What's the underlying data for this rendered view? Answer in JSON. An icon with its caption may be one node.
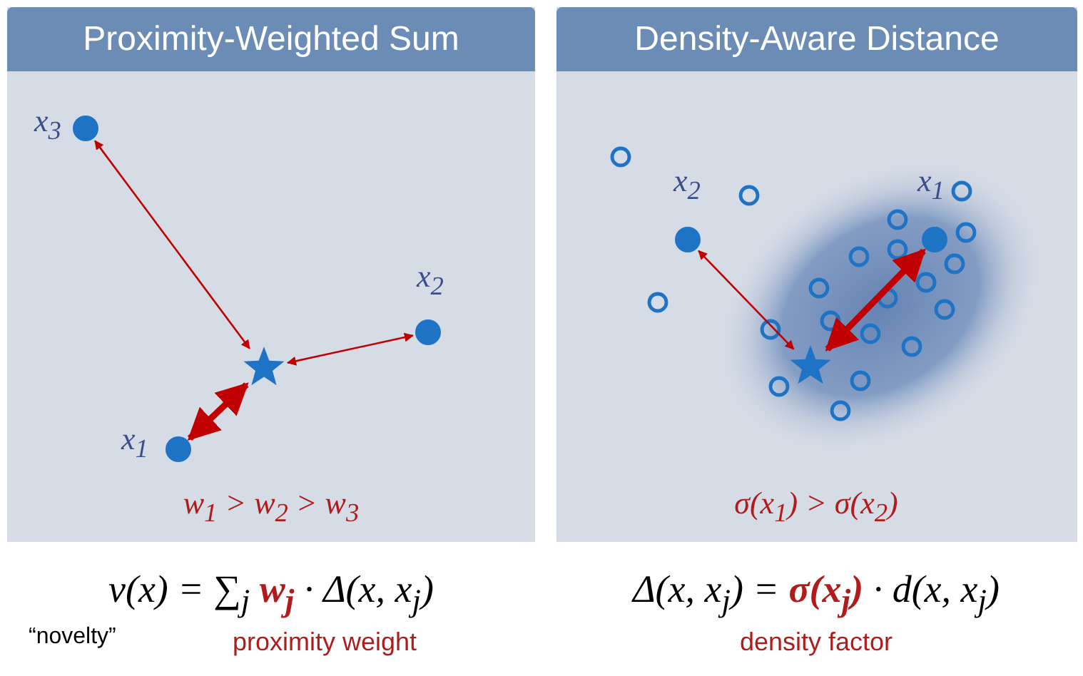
{
  "diagram": {
    "nodes": [
      {
        "text": [
          "Proximity-Weighted Sum"
        ]
      },
      {
        "text": [],
        "shape": "circle",
        "in": 0,
        "beside": [
          "x$_{3}$"
        ]
      },
      {
        "text": [],
        "shape": "circle",
        "in": 0,
        "beside": [
          "x$_{2}$"
        ]
      },
      {
        "text": [],
        "shape": "star",
        "in": 0
      },
      {
        "text": [],
        "shape": "circle",
        "in": 0,
        "beside": [
          "x$_{1}$"
        ]
      },
      {
        "text": [
          "Density-Aware Distance"
        ]
      },
      {
        "text": [],
        "shape": "circle",
        "in": 5,
        "beside": [
          "x$_{2}$"
        ]
      },
      {
        "text": [],
        "shape": "circle",
        "in": 5,
        "beside": [
          "x$_{1}$"
        ]
      },
      {
        "text": [],
        "shape": "star",
        "in": 5
      }
    ],
    "edges": [
      {
        "from": 3,
        "to": 1,
        "arrow": "both"
      },
      {
        "from": 3,
        "to": 2,
        "arrow": "both"
      },
      {
        "from": 3,
        "to": 4,
        "arrow": "both",
        "style": "thick"
      },
      {
        "from": 8,
        "to": 6,
        "arrow": "both"
      },
      {
        "from": 8,
        "to": 7,
        "arrow": "both",
        "style": "thick"
      }
    ],
    "labels": [
      "w$_{1}$ > w$_{2}$ > w$_{3}$",
      "σ(x$_{1}$) > σ(x$_{2}$)",
      "v(x) = ∑$_{j}$ **w$_{j}$** · Δ(x, x$_{j}$)",
      "“novelty”",
      "proximity weight",
      "Δ(x, x$_{j}$) = **σ(x$_{j}$)** · d(x, x$_{j}$)",
      "density factor"
    ]
  }
}
